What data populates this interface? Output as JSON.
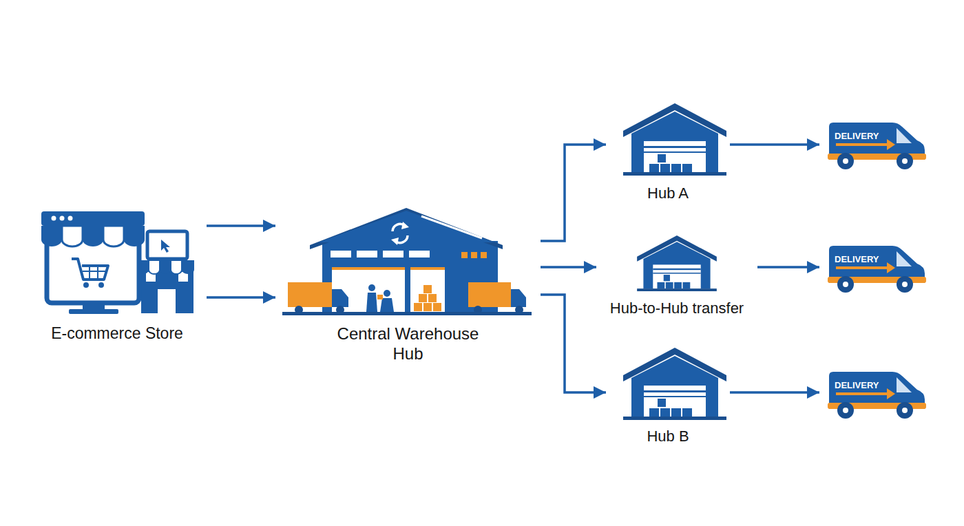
{
  "diagram": {
    "nodes": [
      {
        "text": [
          "E-commerce Store"
        ]
      },
      {
        "text": [
          "Central Warehouse Hub"
        ]
      },
      {
        "text": [
          "Hub A"
        ]
      },
      {
        "text": [
          "Hub-to-Hub transfer"
        ]
      },
      {
        "text": [
          "Hub B"
        ]
      },
      {
        "text": [
          "DELIVERY"
        ]
      },
      {
        "text": [
          "DELIVERY"
        ]
      },
      {
        "text": [
          "DELIVERY"
        ]
      }
    ],
    "edges": [
      {
        "from": 0,
        "to": 1,
        "arrow": "to"
      },
      {
        "from": 0,
        "to": 1,
        "arrow": "to"
      },
      {
        "from": 1,
        "to": 2,
        "arrow": "to"
      },
      {
        "from": 1,
        "to": 3,
        "arrow": "to"
      },
      {
        "from": 1,
        "to": 4,
        "arrow": "to"
      },
      {
        "from": 2,
        "to": 5,
        "arrow": "to"
      },
      {
        "from": 3,
        "to": 6,
        "arrow": "to"
      },
      {
        "from": 4,
        "to": 7,
        "arrow": "to"
      }
    ]
  }
}
